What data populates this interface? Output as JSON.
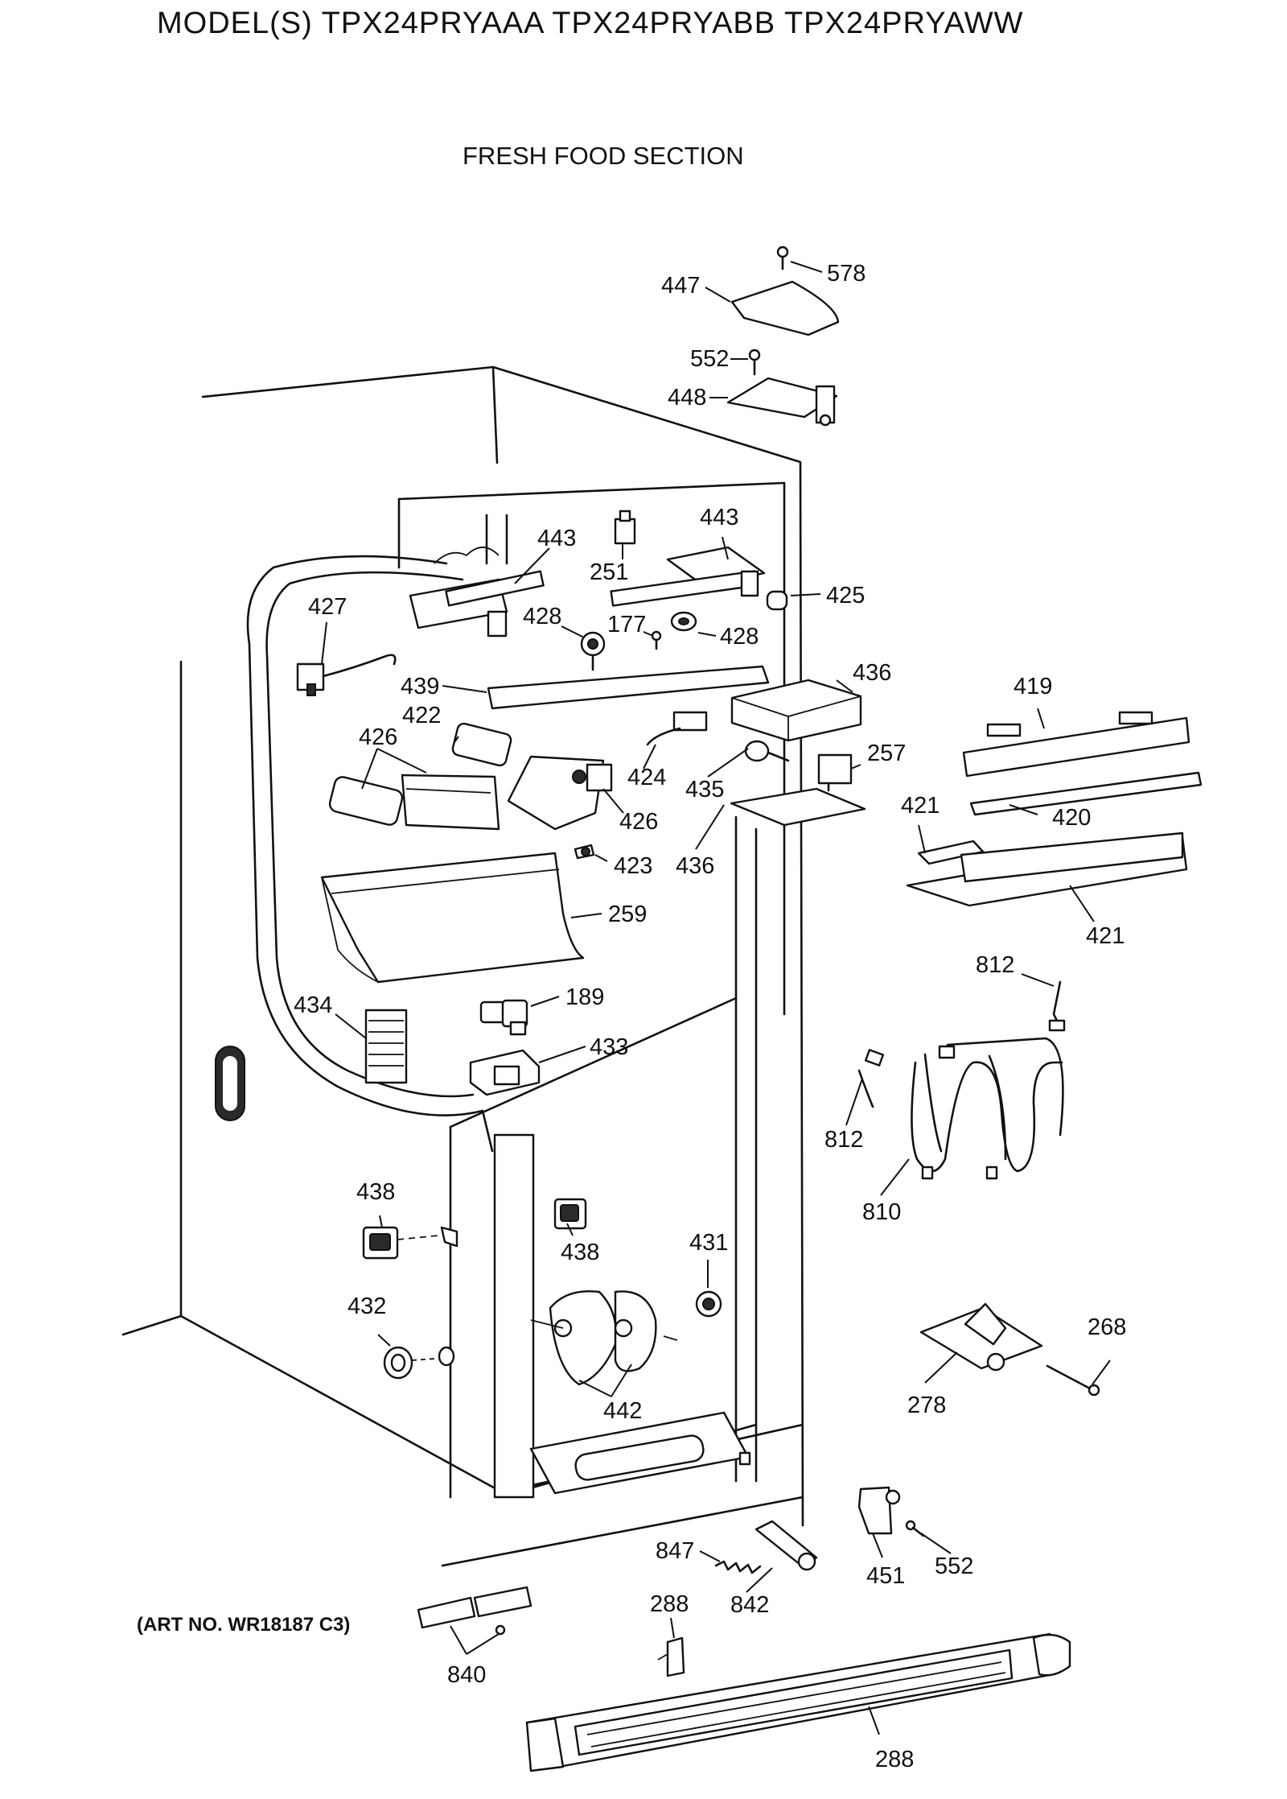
{
  "header": {
    "model_line": "MODEL(S) TPX24PRYAAA  TPX24PRYABB  TPX24PRYAWW",
    "section_title": "FRESH FOOD SECTION",
    "art_number": "(ART NO. WR18187 C3)"
  },
  "callouts": [
    {
      "id": "c578",
      "text": "578"
    },
    {
      "id": "c447",
      "text": "447"
    },
    {
      "id": "c552a",
      "text": "552"
    },
    {
      "id": "c448",
      "text": "448"
    },
    {
      "id": "c443a",
      "text": "443"
    },
    {
      "id": "c443b",
      "text": "443"
    },
    {
      "id": "c251",
      "text": "251"
    },
    {
      "id": "c425",
      "text": "425"
    },
    {
      "id": "c427",
      "text": "427"
    },
    {
      "id": "c428a",
      "text": "428"
    },
    {
      "id": "c177",
      "text": "177"
    },
    {
      "id": "c428b",
      "text": "428"
    },
    {
      "id": "c439",
      "text": "439"
    },
    {
      "id": "c436a",
      "text": "436"
    },
    {
      "id": "c419",
      "text": "419"
    },
    {
      "id": "c422",
      "text": "422"
    },
    {
      "id": "c426a",
      "text": "426"
    },
    {
      "id": "c424",
      "text": "424"
    },
    {
      "id": "c257",
      "text": "257"
    },
    {
      "id": "c435",
      "text": "435"
    },
    {
      "id": "c426b",
      "text": "426"
    },
    {
      "id": "c421a",
      "text": "421"
    },
    {
      "id": "c420",
      "text": "420"
    },
    {
      "id": "c423",
      "text": "423"
    },
    {
      "id": "c436b",
      "text": "436"
    },
    {
      "id": "c421b",
      "text": "421"
    },
    {
      "id": "c259",
      "text": "259"
    },
    {
      "id": "c812a",
      "text": "812"
    },
    {
      "id": "c189",
      "text": "189"
    },
    {
      "id": "c434",
      "text": "434"
    },
    {
      "id": "c433",
      "text": "433"
    },
    {
      "id": "c812b",
      "text": "812"
    },
    {
      "id": "c810",
      "text": "810"
    },
    {
      "id": "c438a",
      "text": "438"
    },
    {
      "id": "c438b",
      "text": "438"
    },
    {
      "id": "c431",
      "text": "431"
    },
    {
      "id": "c432",
      "text": "432"
    },
    {
      "id": "c442",
      "text": "442"
    },
    {
      "id": "c268",
      "text": "268"
    },
    {
      "id": "c278",
      "text": "278"
    },
    {
      "id": "c847",
      "text": "847"
    },
    {
      "id": "c451",
      "text": "451"
    },
    {
      "id": "c552b",
      "text": "552"
    },
    {
      "id": "c288a",
      "text": "288"
    },
    {
      "id": "c842",
      "text": "842"
    },
    {
      "id": "c840",
      "text": "840"
    },
    {
      "id": "c288b",
      "text": "288"
    }
  ]
}
